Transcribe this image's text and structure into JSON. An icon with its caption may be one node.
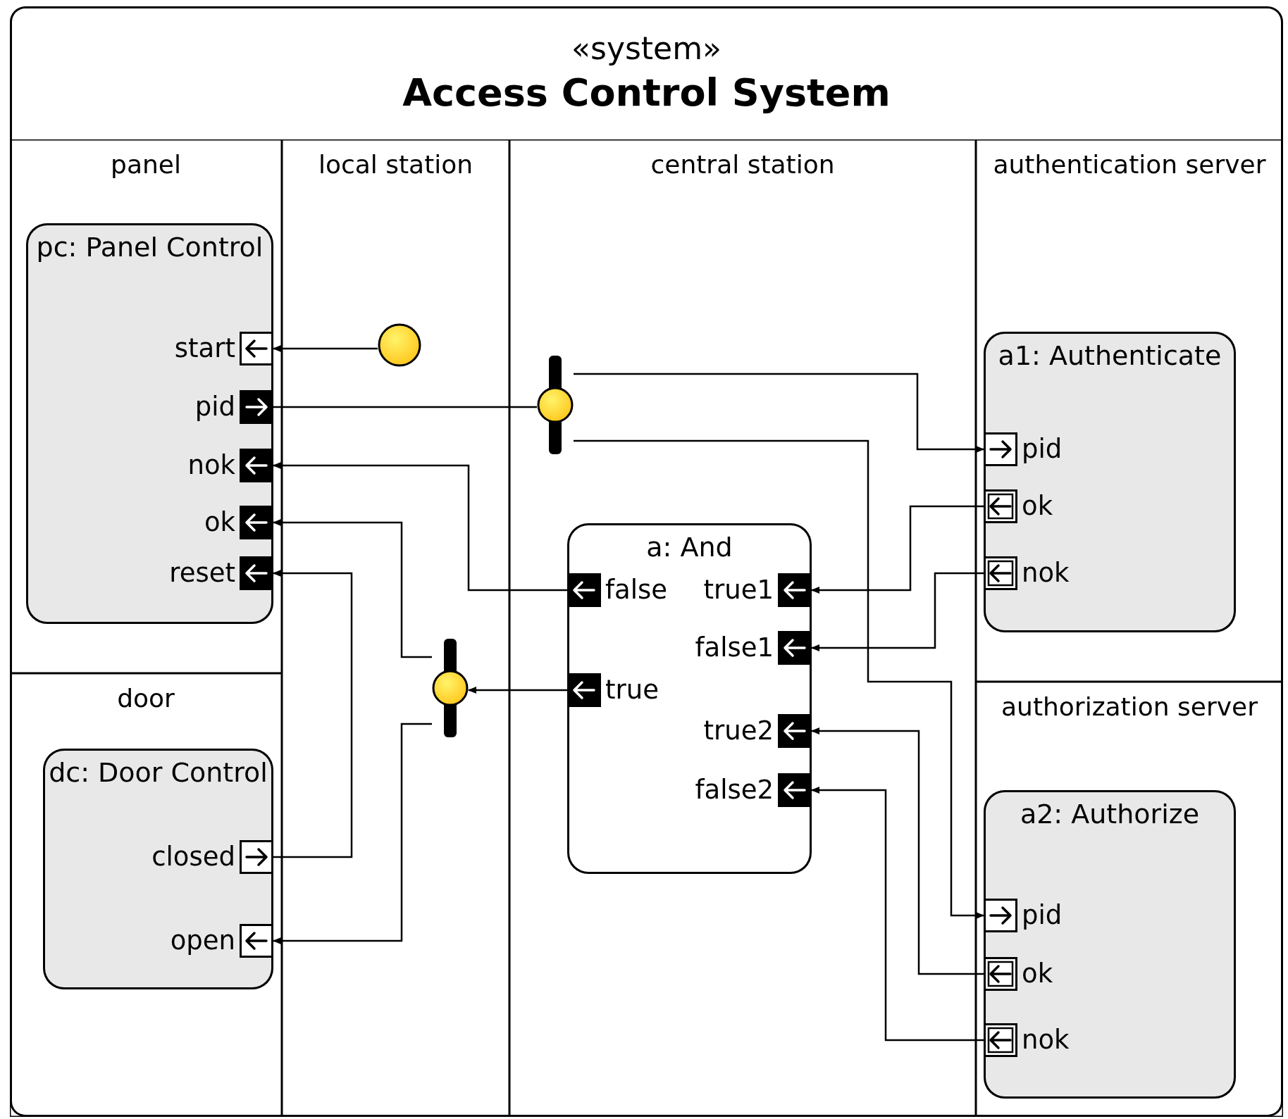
{
  "diagram": {
    "nodes": [
      {
        "text": [
          "«system»",
          "Access Control System"
        ]
      },
      {
        "text": [
          "panel"
        ],
        "in": 0
      },
      {
        "text": [
          "pc: Panel Control"
        ],
        "in": 1
      },
      {
        "text": [
          "start"
        ],
        "in": 2
      },
      {
        "text": [
          "pid"
        ],
        "in": 2
      },
      {
        "text": [
          "nok"
        ],
        "in": 2
      },
      {
        "text": [
          "ok"
        ],
        "in": 2
      },
      {
        "text": [
          "reset"
        ],
        "in": 2
      },
      {
        "text": [
          "local station"
        ],
        "in": 0
      },
      {
        "text": [],
        "shape": "circle",
        "in": 8
      },
      {
        "text": [],
        "shape": "bar",
        "in": 8
      },
      {
        "text": [
          "central station"
        ],
        "in": 0
      },
      {
        "text": [],
        "shape": "bar",
        "in": 11
      },
      {
        "text": [
          "a: And"
        ],
        "in": 11
      },
      {
        "text": [
          "false"
        ],
        "in": 13
      },
      {
        "text": [
          "true1"
        ],
        "in": 13
      },
      {
        "text": [
          "false1"
        ],
        "in": 13
      },
      {
        "text": [
          "true"
        ],
        "in": 13
      },
      {
        "text": [
          "true2"
        ],
        "in": 13
      },
      {
        "text": [
          "false2"
        ],
        "in": 13
      },
      {
        "text": [
          "authentication server"
        ],
        "in": 0
      },
      {
        "text": [
          "a1: Authenticate"
        ],
        "in": 20
      },
      {
        "text": [
          "pid"
        ],
        "in": 21
      },
      {
        "text": [
          "ok"
        ],
        "in": 21
      },
      {
        "text": [
          "nok"
        ],
        "in": 21
      },
      {
        "text": [
          "door"
        ],
        "in": 0
      },
      {
        "text": [
          "dc: Door Control"
        ],
        "in": 25
      },
      {
        "text": [
          "closed"
        ],
        "in": 26
      },
      {
        "text": [
          "open"
        ],
        "in": 26
      },
      {
        "text": [
          "authorization server"
        ],
        "in": 0
      },
      {
        "text": [
          "a2: Authorize"
        ],
        "in": 29
      },
      {
        "text": [
          "pid"
        ],
        "in": 30
      },
      {
        "text": [
          "ok"
        ],
        "in": 30
      },
      {
        "text": [
          "nok"
        ],
        "in": 30
      }
    ],
    "edges": [
      {
        "from": 9,
        "to": 3,
        "arrow": "to"
      },
      {
        "from": 4,
        "to": 12,
        "arrow": "none"
      },
      {
        "from": 12,
        "to": 22,
        "arrow": "to"
      },
      {
        "from": 12,
        "to": 31,
        "arrow": "to"
      },
      {
        "from": 23,
        "to": 15,
        "arrow": "to"
      },
      {
        "from": 24,
        "to": 16,
        "arrow": "to"
      },
      {
        "from": 32,
        "to": 18,
        "arrow": "to"
      },
      {
        "from": 33,
        "to": 19,
        "arrow": "to"
      },
      {
        "from": 14,
        "to": 5,
        "arrow": "to"
      },
      {
        "from": 17,
        "to": 10,
        "arrow": "to"
      },
      {
        "from": 10,
        "to": 6,
        "arrow": "to"
      },
      {
        "from": 10,
        "to": 28,
        "arrow": "to"
      },
      {
        "from": 27,
        "to": 7,
        "arrow": "to"
      }
    ]
  }
}
